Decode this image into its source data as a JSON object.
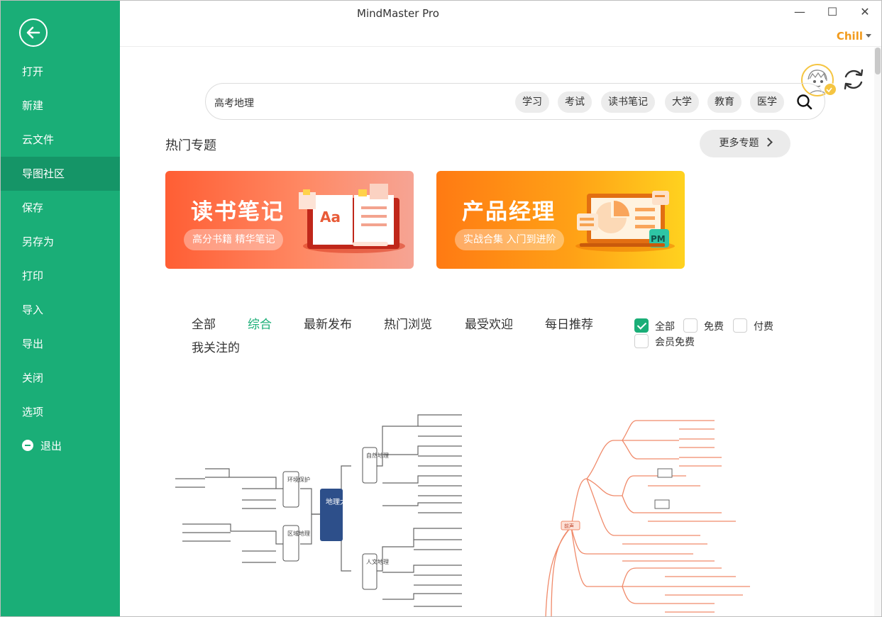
{
  "app": {
    "title": "MindMaster Pro",
    "user": "Chill"
  },
  "window_controls": {
    "minimize": "—",
    "maximize": "☐",
    "close": "✕"
  },
  "sidebar": {
    "items": [
      {
        "label": "打开"
      },
      {
        "label": "新建"
      },
      {
        "label": "云文件"
      },
      {
        "label": "导图社区"
      },
      {
        "label": "保存"
      },
      {
        "label": "另存为"
      },
      {
        "label": "打印"
      },
      {
        "label": "导入"
      },
      {
        "label": "导出"
      },
      {
        "label": "关闭"
      },
      {
        "label": "选项"
      },
      {
        "label": "退出"
      }
    ],
    "active_index": 3
  },
  "search": {
    "value": "高考地理",
    "tags": [
      "学习",
      "考试",
      "读书笔记",
      "大学",
      "教育",
      "医学"
    ]
  },
  "hot_topics": {
    "title": "热门专题",
    "more_label": "更多专题",
    "banners": [
      {
        "title": "读书笔记",
        "subtitle": "高分书籍 精华笔记",
        "art_text": "Aa"
      },
      {
        "title": "产品经理",
        "subtitle": "实战合集 入门到进阶",
        "art_text": "PM"
      }
    ]
  },
  "tabs": [
    "全部",
    "综合",
    "最新发布",
    "热门浏览",
    "最受欢迎",
    "每日推荐",
    "我关注的"
  ],
  "active_tab": "综合",
  "filters": [
    {
      "label": "全部",
      "checked": true
    },
    {
      "label": "免费",
      "checked": false
    },
    {
      "label": "付费",
      "checked": false
    },
    {
      "label": "会员免费",
      "checked": false
    }
  ],
  "cards": [
    {
      "center_label": "地理大纲",
      "branch_labels": [
        "自然地理",
        "人文地理",
        "环境保护",
        "区域地理"
      ]
    },
    {
      "center_label": "前声"
    }
  ],
  "colors": {
    "brand": "#1aae77",
    "accent": "#f29b1d"
  }
}
